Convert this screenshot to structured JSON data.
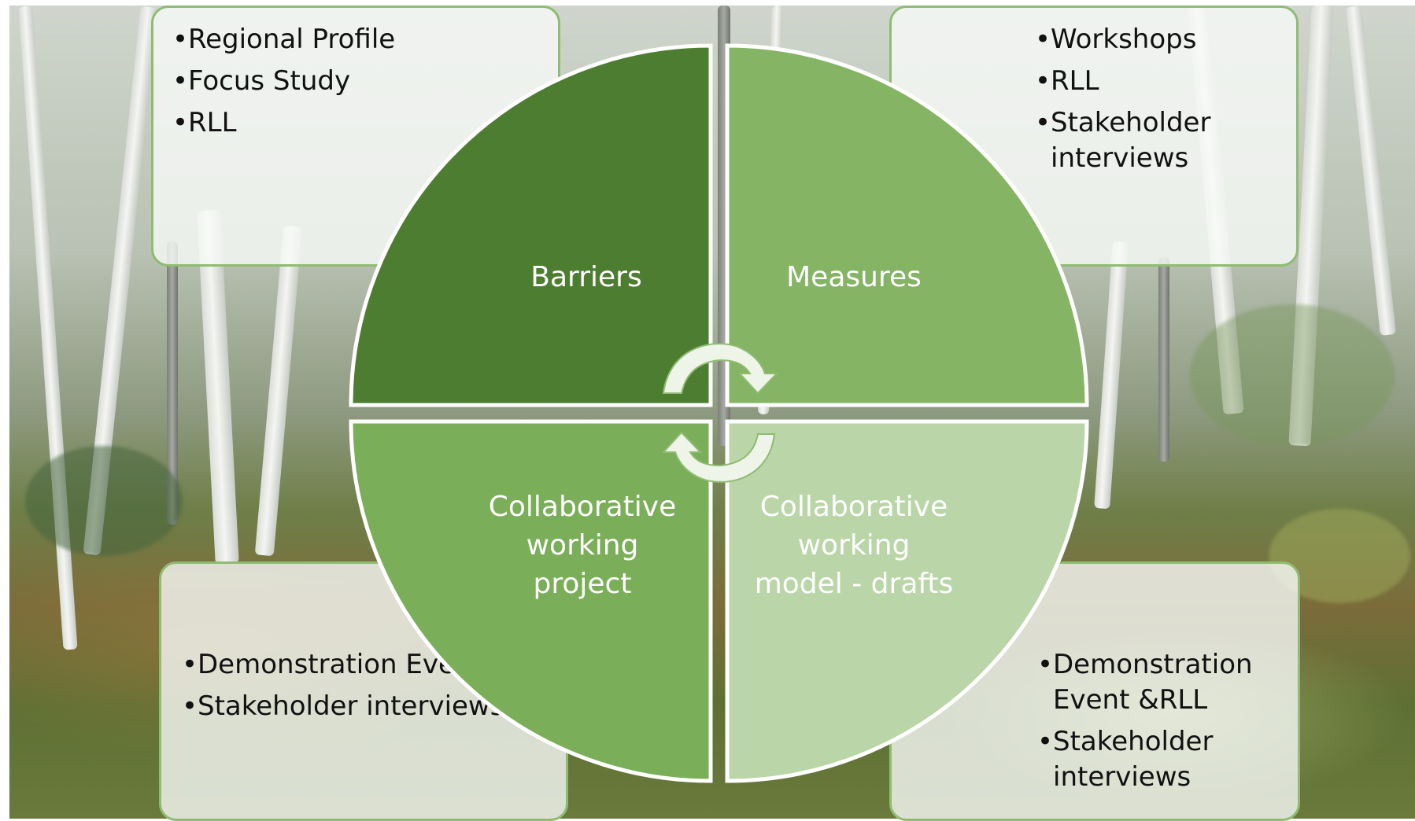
{
  "quadrants": {
    "top_left": {
      "label": "Barriers",
      "color": "#4d7d31"
    },
    "top_right": {
      "label": "Measures",
      "color": "#84b464"
    },
    "bottom_left": {
      "label": "Collaborative\nworking\nproject",
      "color": "#7aae58"
    },
    "bottom_right": {
      "label": "Collaborative\nworking\nmodel - drafts",
      "color": "#bad6a8"
    }
  },
  "boxes": {
    "top_left": [
      "Regional Profile",
      "Focus Study",
      "RLL"
    ],
    "top_right": [
      "Workshops",
      "RLL",
      "Stakeholder interviews"
    ],
    "bottom_left": [
      "Demonstration Event",
      "Stakeholder interviews"
    ],
    "bottom_right": [
      "Demonstration Event &RLL",
      "Stakeholder interviews"
    ]
  },
  "icons": {
    "top_cycle": "cycle-arrow-icon",
    "bottom_cycle": "cycle-arrow-icon"
  },
  "colors": {
    "box_border": "#8fbb72",
    "arrow_fill": "#eef4e8",
    "arrow_stroke": "#8fbb72"
  }
}
